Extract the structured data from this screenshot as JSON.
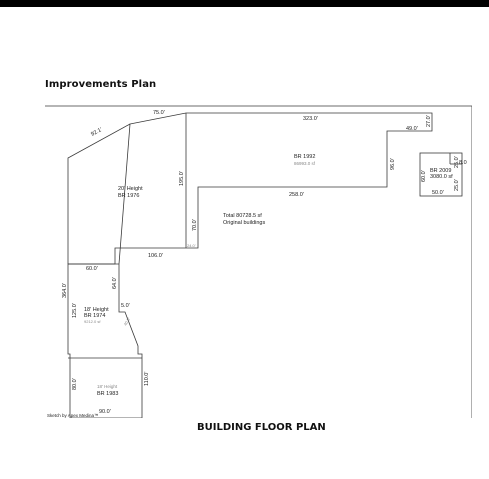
{
  "section_title": "Improvements Plan",
  "footer_title": "BUILDING FLOOR PLAN",
  "sketch_credit": "Sketch by Apex Medina™",
  "colors": {
    "line": "#3a3a3a",
    "text": "#222222",
    "faint": "#888888",
    "topbar": "#000000"
  },
  "plan": {
    "total_line1": "Total  80728.5 sf",
    "total_line2": "Original buildings",
    "buildings": [
      {
        "id": "br1992",
        "label1": "BR 1992",
        "label2": "86993.0 sf"
      },
      {
        "id": "br1976",
        "label1": "20' Height",
        "label2": "BR 1976"
      },
      {
        "id": "br1974",
        "label1": "18' Height",
        "label2": "BR 1974",
        "label3": "9212.0 sf"
      },
      {
        "id": "br1983",
        "label1": "18' Height",
        "label2": "BR 1983"
      },
      {
        "id": "br2009",
        "label1": "BR 2009",
        "label2": "3080.0 sf"
      }
    ],
    "dimensions": {
      "d_75": "75.0'",
      "d_92": "92.1'",
      "d_323": "323.0'",
      "d_49": "49.0'",
      "d_27": "27.0'",
      "d_96": "96.0'",
      "d_258": "258.0'",
      "d_195": "195.0'",
      "d_70": "70.0'",
      "d_24": "24.0'",
      "d_106": "106.0'",
      "d_60": "60.0'",
      "d_364": "364.0'",
      "d_64": "64.0'",
      "d_125": "125.0'",
      "d_5": "5.0'",
      "d_40": "40.0'",
      "d_80": "80.0'",
      "d_110": "110.0'",
      "d_90": "90.0'",
      "d_60b": "60.0'",
      "d_25a": "25.0'",
      "d_8": "8.0",
      "d_25b": "25.0'",
      "d_50": "50.0'"
    }
  }
}
